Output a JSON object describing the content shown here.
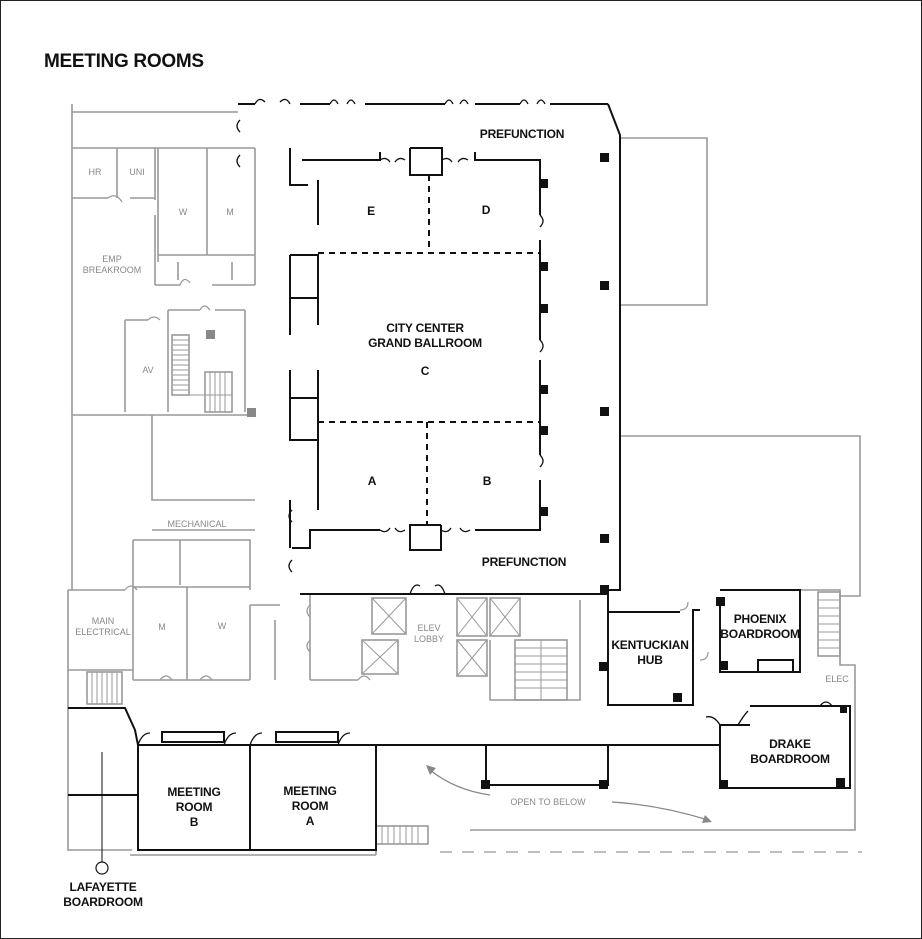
{
  "title": "MEETING ROOMS",
  "colors": {
    "wall_primary": "#111111",
    "wall_secondary": "#999999",
    "label_secondary": "#888888",
    "background": "#ffffff"
  },
  "labels": {
    "prefunction_top": "PREFUNCTION",
    "prefunction_bottom": "PREFUNCTION",
    "e": "E",
    "d": "D",
    "ballroom_1": "CITY CENTER",
    "ballroom_2": "GRAND BALLROOM",
    "c": "C",
    "a": "A",
    "b": "B",
    "hr": "HR",
    "uni": "UNI",
    "w_top": "W",
    "m_top": "M",
    "emp_1": "EMP",
    "emp_2": "BREAKROOM",
    "av": "AV",
    "mechanical": "MECHANICAL",
    "main_1": "MAIN",
    "main_2": "ELECTRICAL",
    "m_bottom": "M",
    "w_bottom": "W",
    "elev_1": "ELEV",
    "elev_2": "LOBBY",
    "kentuckian_1": "KENTUCKIAN",
    "kentuckian_2": "HUB",
    "phoenix_1": "PHOENIX",
    "phoenix_2": "BOARDROOM",
    "elec": "ELEC",
    "drake_1": "DRAKE",
    "drake_2": "BOARDROOM",
    "open_below": "OPEN TO BELOW",
    "mr_b_1": "MEETING",
    "mr_b_2": "ROOM",
    "mr_b_3": "B",
    "mr_a_1": "MEETING",
    "mr_a_2": "ROOM",
    "mr_a_3": "A",
    "lafayette_1": "LAFAYETTE",
    "lafayette_2": "BOARDROOM"
  }
}
